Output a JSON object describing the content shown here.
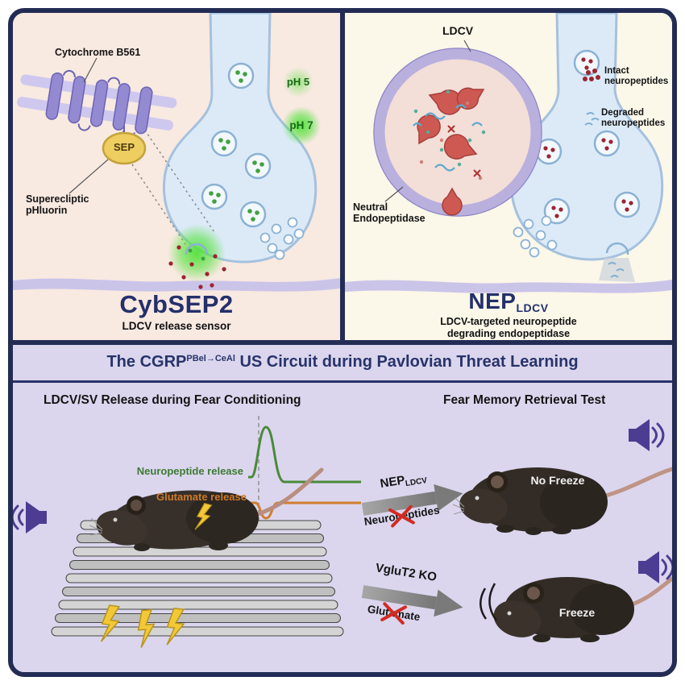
{
  "cybsep2_panel": {
    "cytochrome_label": "Cytochrome B561",
    "sep_label": "SEP",
    "phluorin_line1": "Superecliptic",
    "phluorin_line2": "pHluorin",
    "ph5_label": "pH 5",
    "ph7_label": "pH 7",
    "title": "CybSEP2",
    "subtitle": "LDCV release sensor"
  },
  "nep_panel": {
    "ldcv_label": "LDCV",
    "neutral_line1": "Neutral",
    "neutral_line2": "Endopeptidase",
    "intact_line1": "Intact",
    "intact_line2": "neuropeptides",
    "degraded_line1": "Degraded",
    "degraded_line2": "neuropeptides",
    "title_main": "NEP",
    "title_subscript": "LDCV",
    "subtitle_line1": "LDCV-targeted neuropeptide",
    "subtitle_line2": "degrading endopeptidase"
  },
  "circuit_panel": {
    "title_pre": "The CGRP",
    "title_superscript": "PBel→CeAl",
    "title_post": " US Circuit during Pavlovian Threat Learning",
    "left_header": "LDCV/SV Release during Fear Conditioning",
    "right_header": "Fear Memory Retrieval Test",
    "trace_green_label": "Neuropeptide release",
    "trace_orange_label": "Glutamate release",
    "arrow1_main": "NEP",
    "arrow1_subscript": "LDCV",
    "arrow1_crossed": "Neuropeptides",
    "arrow2_label": "VgluT2 KO",
    "arrow2_crossed": "Glutamate",
    "mouse1_label": "No Freeze",
    "mouse2_label": "Freeze"
  },
  "icons": {
    "speaker": "speaker-icon",
    "lightning": "lightning-bolt-icon",
    "endopeptidase": "pacman-enzyme-icon",
    "intact_neuropeptide": "red-dots-icon",
    "degraded_neuropeptide": "blue-dash-icon"
  },
  "colors": {
    "frame_navy": "#232c54",
    "title_navy": "#28336a",
    "panel_left_bg": "#f8e9e1",
    "panel_right_bg": "#fbf7e9",
    "bottom_bg": "#dbd6ee",
    "bouton_fill": "#dceaf8",
    "bouton_stroke": "#a5c1dd",
    "membrane_purple": "#cbc4e9",
    "sep_yellow": "#efce61",
    "glow_green": "#52e23a",
    "neuropeptide_red": "#9b2430",
    "enzyme_red": "#cd5952",
    "trace_green": "#4a8a3a",
    "trace_orange": "#d07e2d",
    "speaker_purple": "#4c3d92",
    "cross_red": "#d22b22"
  }
}
